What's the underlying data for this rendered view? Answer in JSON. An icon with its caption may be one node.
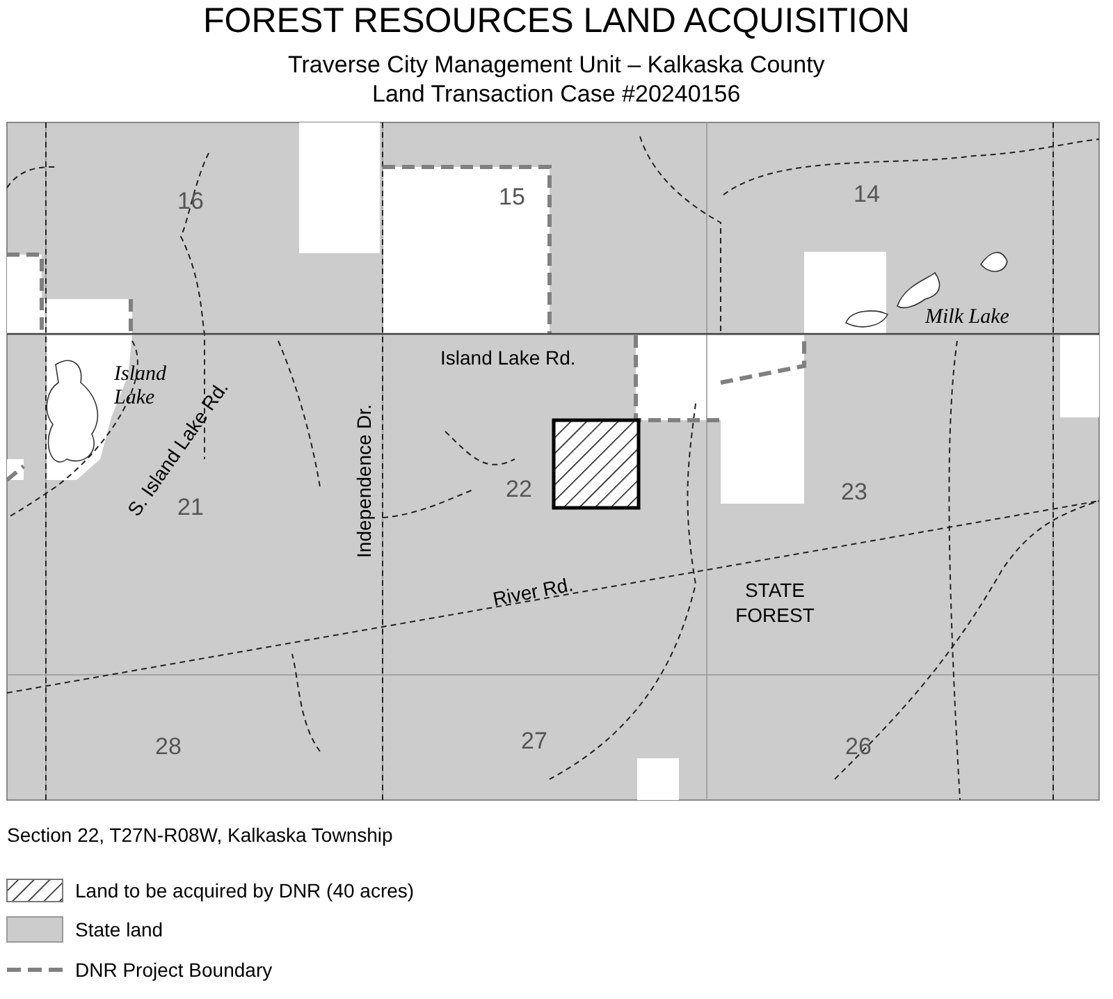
{
  "diagram": {
    "title": "FOREST RESOURCES LAND ACQUISITION",
    "labels": [
      "Traverse City Management Unit – Kalkaska County",
      "Land Transaction Case #20240156",
      "16",
      "15",
      "14",
      "Island Lake Rd.",
      "Milk Lake",
      "Island Lake",
      "S. Island Lake Rd.",
      "Independence Dr.",
      "22",
      "21",
      "23",
      "River Rd.",
      "STATE FOREST",
      "28",
      "27",
      "26",
      "Section 22, T27N-R08W, Kalkaska Township"
    ],
    "legend": [
      {
        "text": "Land to be acquired by DNR (40 acres)"
      },
      {
        "text": "State land",
        "color": "#cccccc"
      },
      {
        "text": "DNR Project Boundary"
      }
    ]
  }
}
